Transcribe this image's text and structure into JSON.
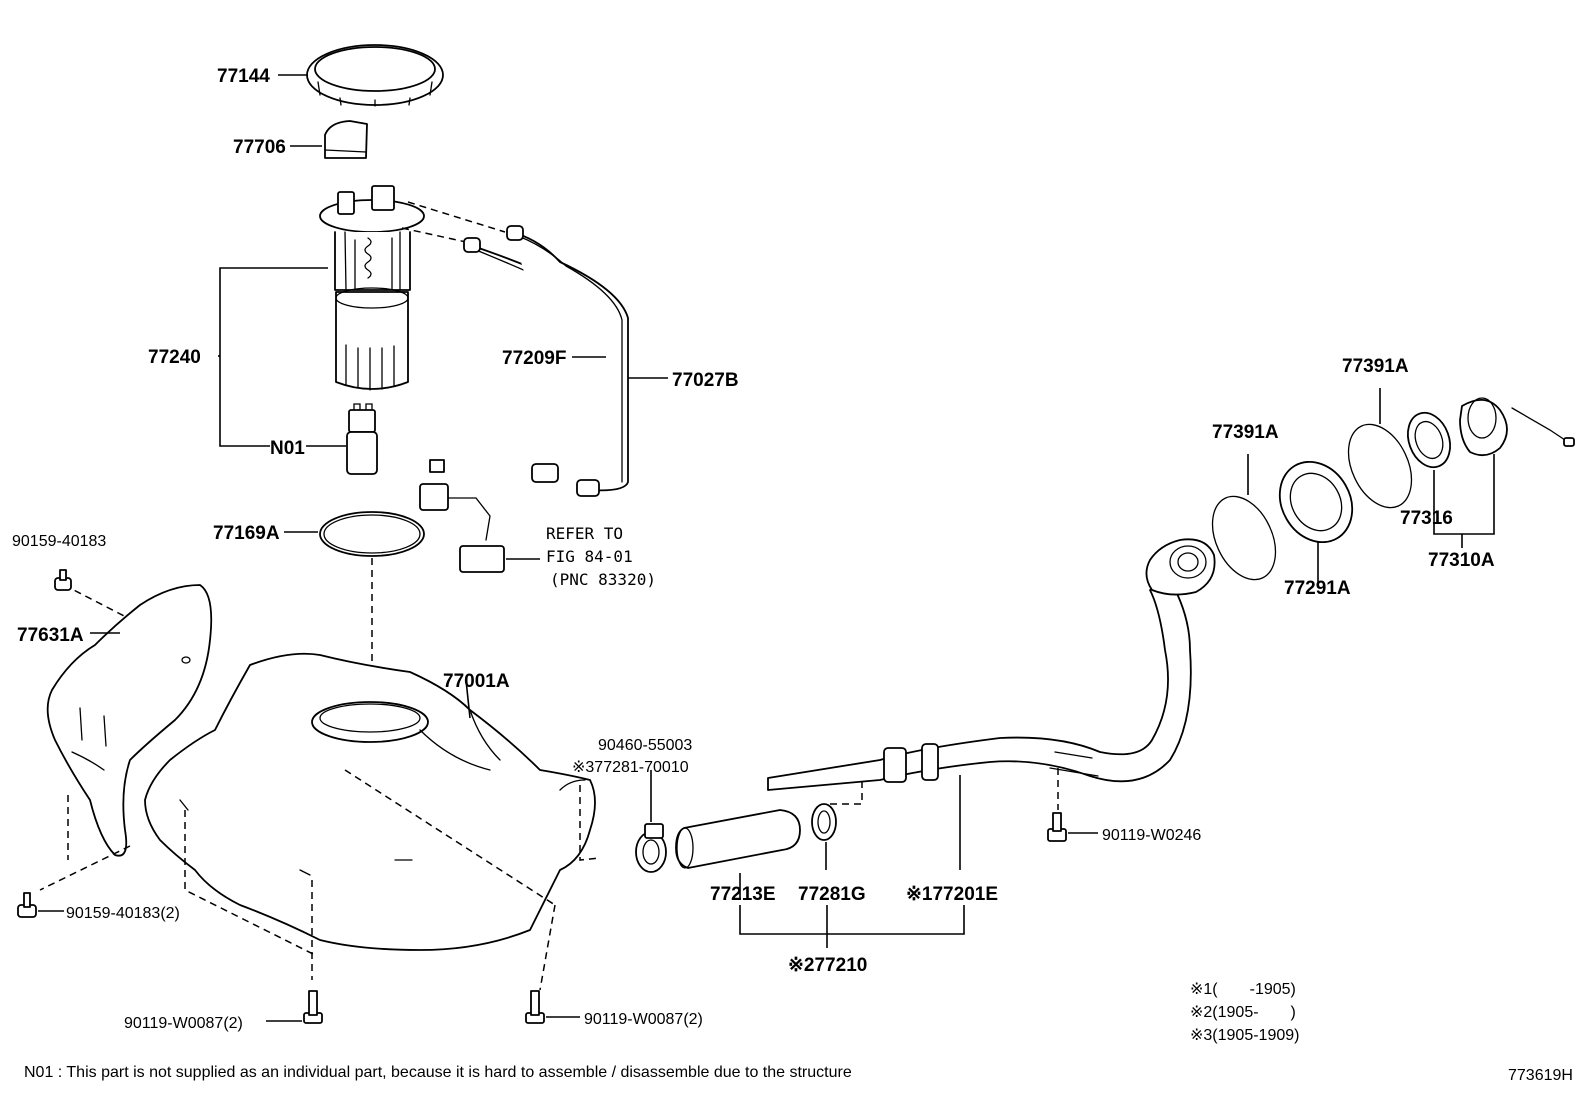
{
  "labels": {
    "p77144": "77144",
    "p77706": "77706",
    "p77240": "77240",
    "pN01": "N01",
    "p77209F": "77209F",
    "p77027B": "77027B",
    "p77169A": "77169A",
    "refer1": "REFER TO",
    "refer2": "FIG 84-01",
    "refer3": "(PNC 83320)",
    "p90159a": "90159-40183",
    "p77631A": "77631A",
    "p77001A": "77001A",
    "p90460": "90460-55003",
    "p77281_70010": "※377281-70010",
    "p90159b": "90159-40183(2)",
    "p90119a": "90119-W0087(2)",
    "p90119b": "90119-W0087(2)",
    "p77213E": "77213E",
    "p77281G": "77281G",
    "p77201E": "※177201E",
    "p77210": "※277210",
    "p90119W0246": "90119-W0246",
    "p77391A_1": "77391A",
    "p77391A_2": "77391A",
    "p77291A": "77291A",
    "p77316": "77316",
    "p77310A": "77310A"
  },
  "notes": {
    "n1": "※1(　　-1905)",
    "n2": "※2(1905-　　)",
    "n3": "※3(1905-1909)"
  },
  "footnote": "N01 : This part is not supplied as an individual part, because it is hard to assemble / disassemble due to the structure",
  "figure_id": "773619H"
}
